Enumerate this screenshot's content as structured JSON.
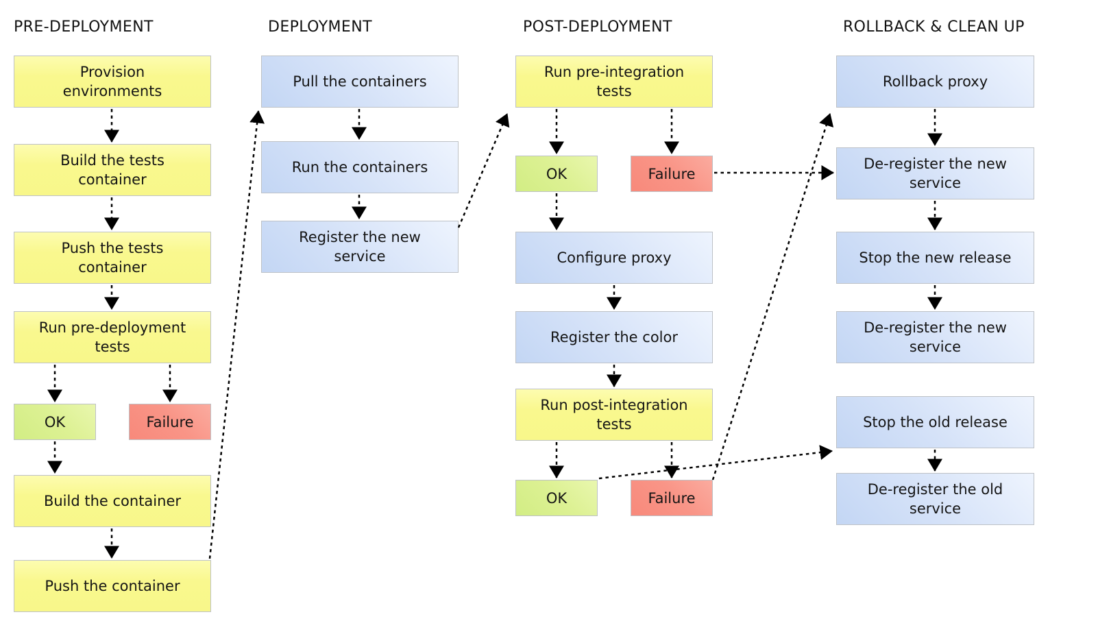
{
  "diagram": {
    "columns": [
      {
        "title": "PRE-DEPLOYMENT",
        "nodes": [
          {
            "label": "Provision\nenvironments"
          },
          {
            "label": "Build the tests\ncontainer"
          },
          {
            "label": "Push the tests\ncontainer"
          },
          {
            "label": "Run pre-deployment\ntests"
          },
          {
            "label": "OK"
          },
          {
            "label": "Failure"
          },
          {
            "label": "Build the container"
          },
          {
            "label": "Push the container"
          }
        ]
      },
      {
        "title": "DEPLOYMENT",
        "nodes": [
          {
            "label": "Pull the containers"
          },
          {
            "label": "Run the containers"
          },
          {
            "label": "Register the new\nservice"
          }
        ]
      },
      {
        "title": "POST-DEPLOYMENT",
        "nodes": [
          {
            "label": "Run pre-integration\ntests"
          },
          {
            "label": "OK"
          },
          {
            "label": "Failure"
          },
          {
            "label": "Configure proxy"
          },
          {
            "label": "Register the color"
          },
          {
            "label": "Run post-integration\ntests"
          },
          {
            "label": "OK"
          },
          {
            "label": "Failure"
          }
        ]
      },
      {
        "title": "ROLLBACK & CLEAN UP",
        "nodes": [
          {
            "label": "Rollback proxy"
          },
          {
            "label": "De-register the new\nservice"
          },
          {
            "label": "Stop the new release"
          },
          {
            "label": "De-register the new\nservice"
          },
          {
            "label": "Stop the old release"
          },
          {
            "label": "De-register the old\nservice"
          }
        ]
      }
    ],
    "colors": {
      "task_yellow": "#f9f88e",
      "step_blue": "#d5e2f8",
      "ok_green": "#ddf194",
      "failure_red": "#f99587",
      "edge_black": "#000000",
      "border_gray": "#bdc1c6"
    }
  }
}
